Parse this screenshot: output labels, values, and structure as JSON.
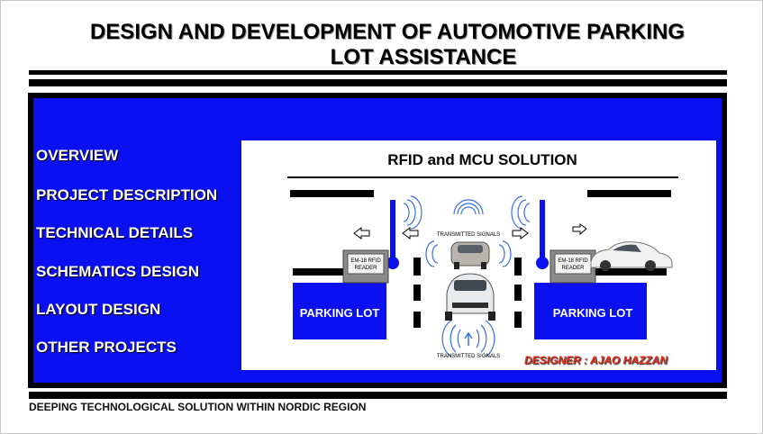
{
  "header": {
    "title_line1": "DESIGN AND DEVELOPMENT OF AUTOMOTIVE PARKING",
    "title_line2": "LOT ASSISTANCE"
  },
  "nav": {
    "items": [
      {
        "label": "OVERVIEW"
      },
      {
        "label": "PROJECT DESCRIPTION"
      },
      {
        "label": "TECHNICAL DETAILS"
      },
      {
        "label": "SCHEMATICS DESIGN"
      },
      {
        "label": "LAYOUT DESIGN"
      },
      {
        "label": "OTHER PROJECTS"
      }
    ]
  },
  "diagram": {
    "title": "RFID and MCU SOLUTION",
    "reader_line1": "EM-18 RFID",
    "reader_line2": "READER",
    "signal_top": "TRANSMITTED SIGNALS",
    "signal_bottom": "TRANSMITTED SIGNALS",
    "parking_left": "PARKING LOT",
    "parking_right": "PARKING LOT",
    "designer": "DESIGNER : AJAO HAZZAN"
  },
  "footer": {
    "tagline": "DEEPING TECHNOLOGICAL SOLUTION WITHIN NORDIC REGION"
  },
  "colors": {
    "panel_blue": "#0a10f0",
    "designer_red": "#e0301e"
  }
}
